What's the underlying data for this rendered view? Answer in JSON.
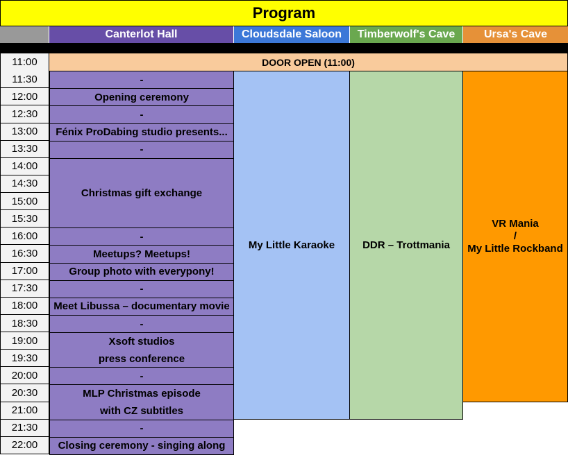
{
  "title": "Program",
  "rooms": [
    {
      "name": "Canterlot Hall",
      "color": "#674ea7"
    },
    {
      "name": "Cloudsdale Saloon",
      "color": "#3c78d8"
    },
    {
      "name": "Timberwolf's Cave",
      "color": "#6aa84f"
    },
    {
      "name": "Ursa's Cave",
      "color": "#e69138"
    }
  ],
  "times": [
    "11:00",
    "11:30",
    "12:00",
    "12:30",
    "13:00",
    "13:30",
    "14:00",
    "14:30",
    "15:00",
    "15:30",
    "16:00",
    "16:30",
    "17:00",
    "17:30",
    "18:00",
    "18:30",
    "19:00",
    "19:30",
    "20:00",
    "20:30",
    "21:00",
    "21:30",
    "22:00"
  ],
  "door_open": "DOOR OPEN (11:00)",
  "canterlot_events": [
    {
      "label": "-",
      "slots": 1
    },
    {
      "label": "Opening ceremony",
      "slots": 1
    },
    {
      "label": "-",
      "slots": 1
    },
    {
      "label": "Fénix ProDabing studio presents...",
      "slots": 1
    },
    {
      "label": "-",
      "slots": 1
    },
    {
      "label": "Christmas gift exchange",
      "slots": 4
    },
    {
      "label": "-",
      "slots": 1
    },
    {
      "label": "Meetups? Meetups!",
      "slots": 1
    },
    {
      "label": "Group photo with everypony!",
      "slots": 1
    },
    {
      "label": "-",
      "slots": 1
    },
    {
      "label": "Meet Libussa – documentary movie",
      "slots": 1
    },
    {
      "label": "-",
      "slots": 1
    },
    {
      "lines": [
        "Xsoft studios",
        "press conference"
      ],
      "slots": 2
    },
    {
      "label": "-",
      "slots": 1
    },
    {
      "lines": [
        "MLP Christmas episode",
        "with CZ subtitles"
      ],
      "slots": 2
    },
    {
      "label": "-",
      "slots": 1
    },
    {
      "label": "Closing ceremony - singing along",
      "slots": 1
    }
  ],
  "cloudsdale_event": "My Little Karaoke",
  "timberwolf_event": "DDR – Trottmania",
  "ursa_event": {
    "line1": "VR Mania",
    "line2": "/",
    "line3": "My Little Rockband"
  }
}
